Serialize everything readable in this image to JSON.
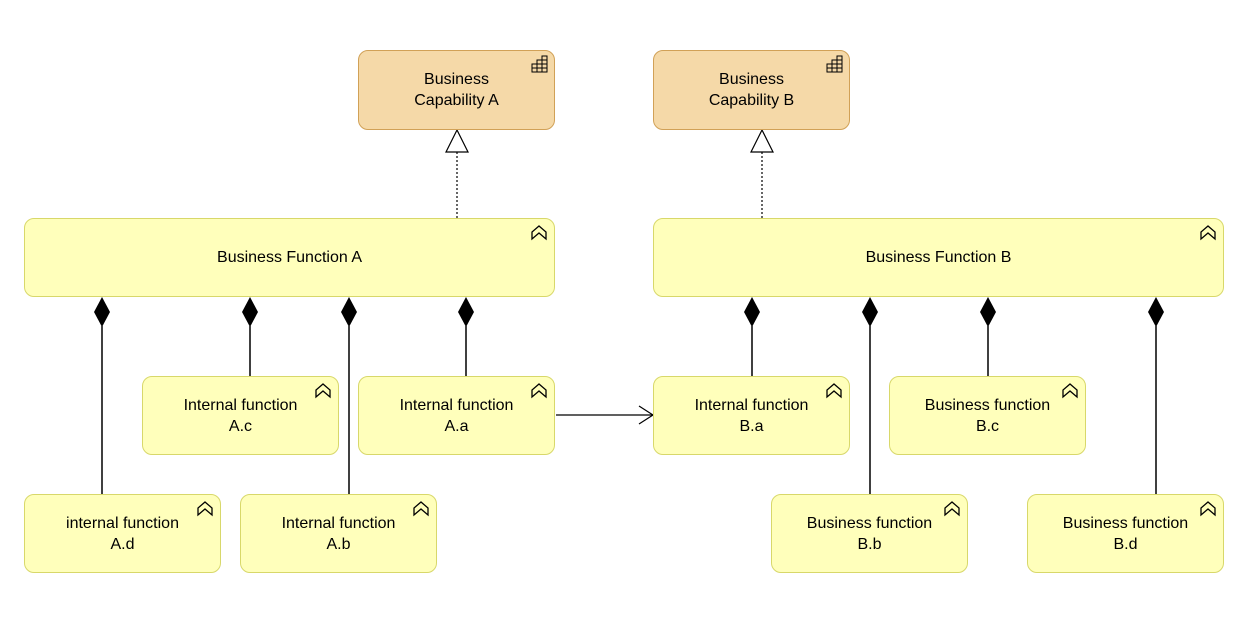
{
  "diagram": {
    "capabilities": [
      {
        "id": "cap-a",
        "label": "Business\nCapability A",
        "icon": "capability-icon"
      },
      {
        "id": "cap-b",
        "label": "Business\nCapability B",
        "icon": "capability-icon"
      }
    ],
    "functions": [
      {
        "id": "bf-a",
        "label": "Business Function A",
        "icon": "function-icon"
      },
      {
        "id": "bf-b",
        "label": "Business Function B",
        "icon": "function-icon"
      },
      {
        "id": "if-ac",
        "label": "Internal function\nA.c",
        "icon": "function-icon"
      },
      {
        "id": "if-aa",
        "label": "Internal function\nA.a",
        "icon": "function-icon"
      },
      {
        "id": "if-ad",
        "label": "internal function\nA.d",
        "icon": "function-icon"
      },
      {
        "id": "if-ab",
        "label": "Internal function\nA.b",
        "icon": "function-icon"
      },
      {
        "id": "if-ba",
        "label": "Internal function\nB.a",
        "icon": "function-icon"
      },
      {
        "id": "bf-bc",
        "label": "Business function\nB.c",
        "icon": "function-icon"
      },
      {
        "id": "bf-bb",
        "label": "Business function\nB.b",
        "icon": "function-icon"
      },
      {
        "id": "bf-bd",
        "label": "Business function\nB.d",
        "icon": "function-icon"
      }
    ],
    "relations": [
      {
        "type": "realization",
        "from": "bf-a",
        "to": "cap-a"
      },
      {
        "type": "realization",
        "from": "bf-b",
        "to": "cap-b"
      },
      {
        "type": "composition",
        "from": "bf-a",
        "to": "if-ad"
      },
      {
        "type": "composition",
        "from": "bf-a",
        "to": "if-ac"
      },
      {
        "type": "composition",
        "from": "bf-a",
        "to": "if-ab"
      },
      {
        "type": "composition",
        "from": "bf-a",
        "to": "if-aa"
      },
      {
        "type": "composition",
        "from": "bf-b",
        "to": "if-ba"
      },
      {
        "type": "composition",
        "from": "bf-b",
        "to": "bf-bb"
      },
      {
        "type": "composition",
        "from": "bf-b",
        "to": "bf-bc"
      },
      {
        "type": "composition",
        "from": "bf-b",
        "to": "bf-bd"
      },
      {
        "type": "triggering",
        "from": "if-aa",
        "to": "if-ba"
      }
    ],
    "colors": {
      "function_fill": "#ffffbb",
      "function_border": "#d8d86a",
      "capability_fill": "#f5d9a8",
      "capability_border": "#d1a157",
      "line": "#000000"
    }
  }
}
